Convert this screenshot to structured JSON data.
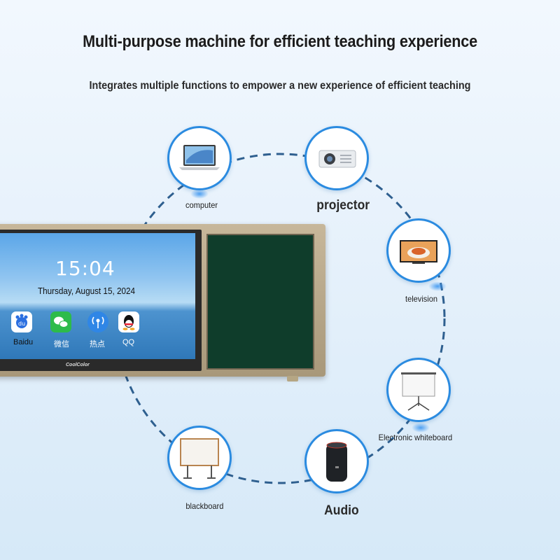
{
  "header": {
    "title": "Multi-purpose machine for efficient teaching experience",
    "subtitle": "Integrates multiple functions to empower a new experience of efficient teaching"
  },
  "screen": {
    "time": "15:04",
    "date": "Thursday, August 15, 2024",
    "brand": "CoolColor",
    "apps": [
      {
        "label": "Baidu",
        "icon": "baidu-icon",
        "color": "#2b6fe0"
      },
      {
        "label": "微信",
        "icon": "wechat-icon",
        "color": "#2dbb4a"
      },
      {
        "label": "热点",
        "icon": "hotspot-icon",
        "color": "#2f86e6"
      },
      {
        "label": "QQ",
        "icon": "qq-icon",
        "color": "#ffffff"
      }
    ]
  },
  "devices": [
    {
      "label": "computer",
      "icon": "laptop-icon"
    },
    {
      "label": "projector",
      "icon": "projector-icon"
    },
    {
      "label": "television",
      "icon": "tv-icon"
    },
    {
      "label": "Electronic whiteboard",
      "icon": "projection-screen-icon"
    },
    {
      "label": "Audio",
      "icon": "speaker-icon"
    },
    {
      "label": "blackboard",
      "icon": "whiteboard-stand-icon"
    }
  ],
  "colors": {
    "accent": "#2b8be0",
    "ring": "#2e5f8f"
  }
}
